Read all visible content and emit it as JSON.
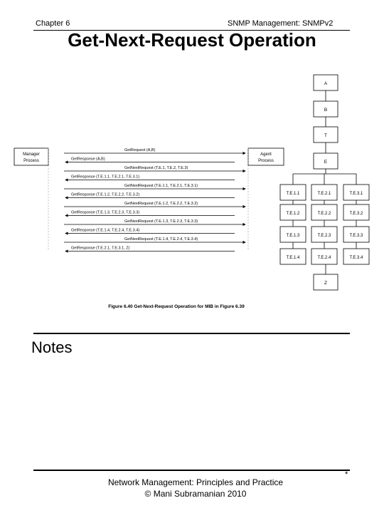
{
  "header": {
    "chapter": "Chapter 6",
    "course": "SNMP Management: SNMPv2"
  },
  "title": "Get-Next-Request Operation",
  "figure": {
    "caption": "Figure 6.40 Get-Next-Request Operation for MIB in Figure 6.39",
    "manager_label": [
      "Manager",
      "Process"
    ],
    "agent_label": [
      "Agent",
      "Process"
    ],
    "mib_nodes": [
      "A",
      "B",
      "T",
      "E",
      "Z"
    ],
    "mib_table": [
      [
        "T.E.1.1",
        "T.E.2.1",
        "T.E.3.1"
      ],
      [
        "T.E.1.2",
        "T.E.2.2",
        "T.E.3.2"
      ],
      [
        "T.E.1.3",
        "T.E.2.3",
        "T.E.3.3"
      ],
      [
        "T.E.1.4",
        "T.E.2.4",
        "T.E.3.4"
      ]
    ],
    "messages": [
      {
        "text": "GetRequest (A,B)",
        "dir": "to-agent"
      },
      {
        "text": "GetResponse (A,B)",
        "dir": "to-manager"
      },
      {
        "text": "GetNextRequest (T.E.1, T.E.2, T.E.3)",
        "dir": "to-agent"
      },
      {
        "text": "GetResponse (T.E.1.1, T.E.2.1, T.E.3.1)",
        "dir": "to-manager"
      },
      {
        "text": "GetNextRequest (T.E.1.1, T.E.2.1, T.E.3.1)",
        "dir": "to-agent"
      },
      {
        "text": "GetResponse (T.E.1.2, T.E.2.2, T.E.3.2)",
        "dir": "to-manager"
      },
      {
        "text": "GetNextRequest (T.E.1.2, T.E.2.2, T.E.3.2)",
        "dir": "to-agent"
      },
      {
        "text": "GetResponse (T.E.1.3, T.E.2.3, T.E.3.3)",
        "dir": "to-manager"
      },
      {
        "text": "GetNextRequest (T.E.1.3, T.E.2.3, T.E.3.3)",
        "dir": "to-agent"
      },
      {
        "text": "GetResponse (T.E.1.4, T.E.2.4, T.E.3.4)",
        "dir": "to-manager"
      },
      {
        "text": "GetNextRequest (T.E.1.4, T.E.2.4, T.E.3.4)",
        "dir": "to-agent"
      },
      {
        "text": "GetResponse (T.E.2.1, T.E.3.1, Z)",
        "dir": "to-manager"
      }
    ]
  },
  "notes_heading": "Notes",
  "footer": {
    "line1": "Network Management: Principles and Practice",
    "line2": "© Mani Subramanian 2010",
    "mark": "*"
  }
}
